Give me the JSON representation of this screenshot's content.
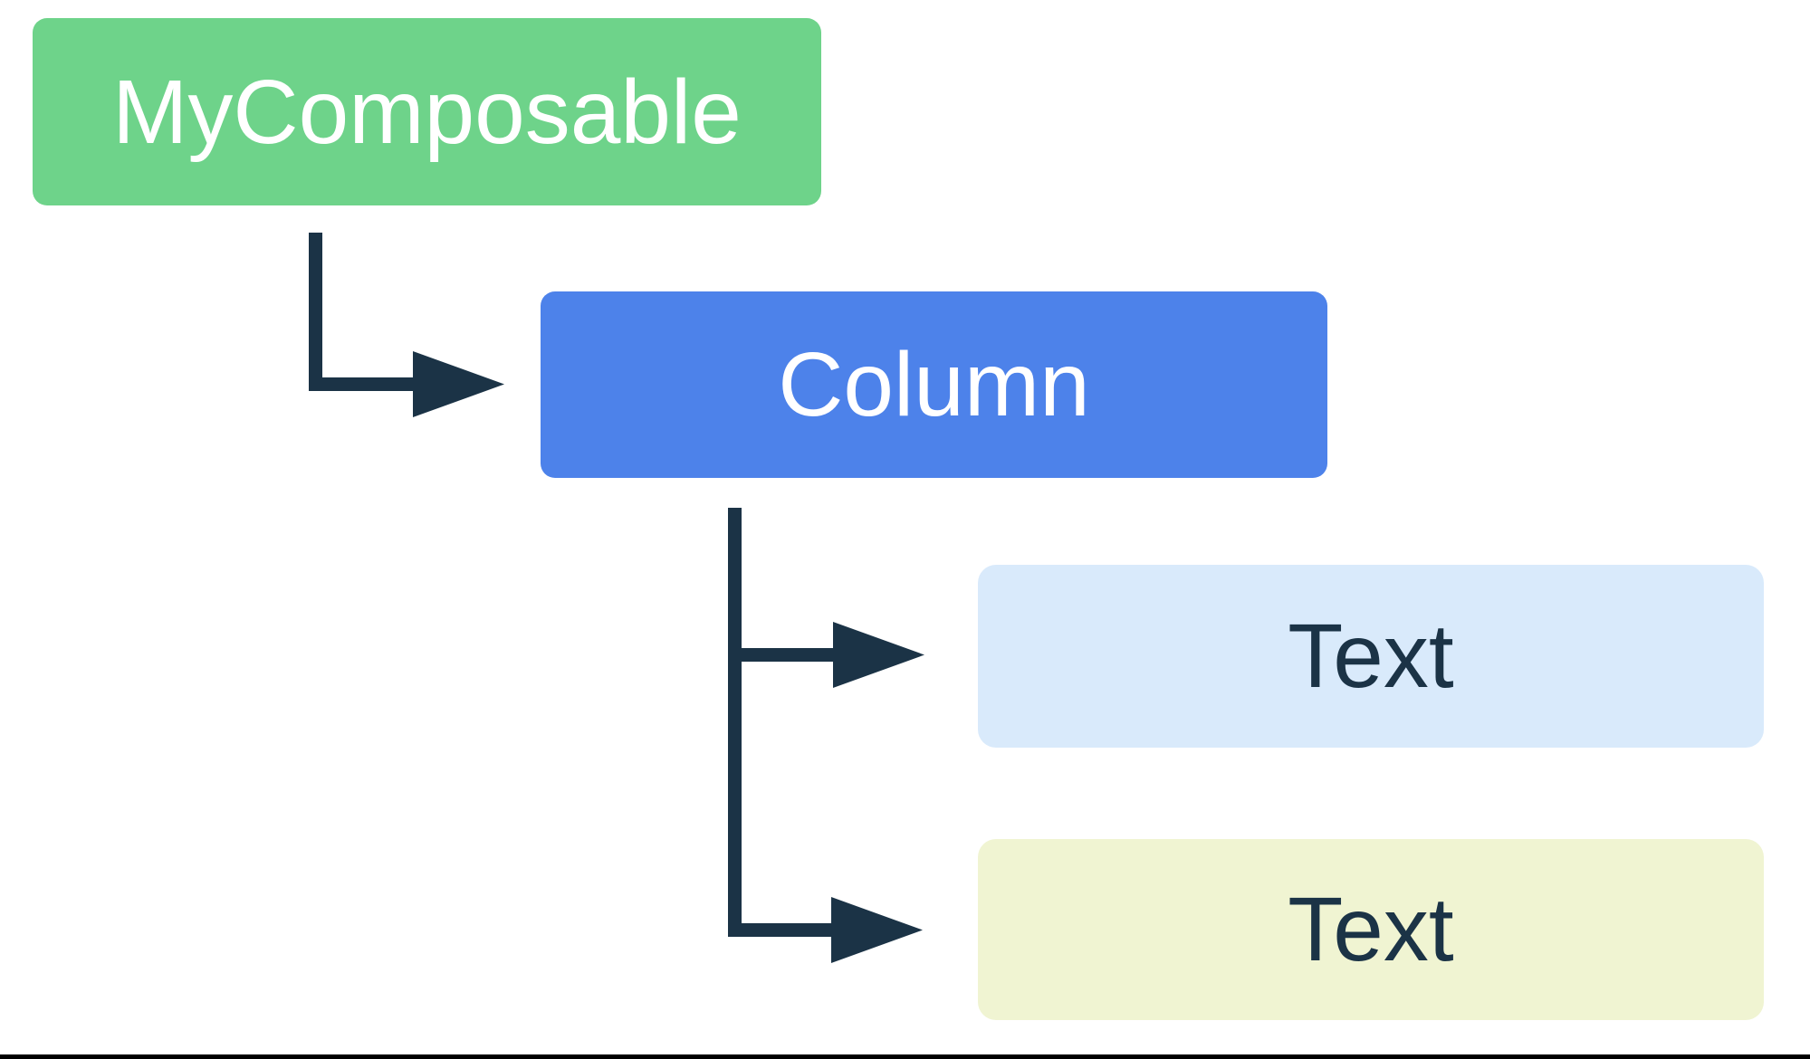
{
  "diagram": {
    "type": "tree",
    "description": "Compose UI hierarchy diagram",
    "background": "#FFFFFF",
    "nodes": [
      {
        "id": "mycomposable",
        "label": "MyComposable",
        "bg": "#6ED38A",
        "fg": "#FFFFFF"
      },
      {
        "id": "column",
        "label": "Column",
        "bg": "#4D82EA",
        "fg": "#FFFFFF"
      },
      {
        "id": "text-1",
        "label": "Text",
        "bg": "#D9EAFB",
        "fg": "#1B3346"
      },
      {
        "id": "text-2",
        "label": "Text",
        "bg": "#F0F4D2",
        "fg": "#1B3346"
      }
    ],
    "edges": [
      {
        "from": "mycomposable",
        "to": "column"
      },
      {
        "from": "column",
        "to": "text-1"
      },
      {
        "from": "column",
        "to": "text-2"
      }
    ],
    "colors": {
      "connector": "#1B3346",
      "bottom_rule": "#000000"
    }
  }
}
